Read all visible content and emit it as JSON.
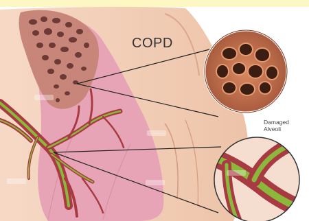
{
  "diagram": {
    "title": "COPD",
    "callout_label_line1": "Damaged",
    "callout_label_line2": "Alveoli"
  },
  "colors": {
    "top_band": "#fdf7c3",
    "skin": "#f2cdb6",
    "skin_shadow": "#e7b89d",
    "lung": "#e7a4b6",
    "lung_dark": "#b5707d",
    "bronchus_wall": "#a83a42",
    "bronchus_inner": "#8bb83a",
    "alveoli_bg": "#c8734f",
    "alveoli_hole": "#3b1d12"
  },
  "icons": {
    "alveoli_magnifier": "magnified-alveoli-circle",
    "bronchus_magnifier": "magnified-bronchus-circle"
  }
}
